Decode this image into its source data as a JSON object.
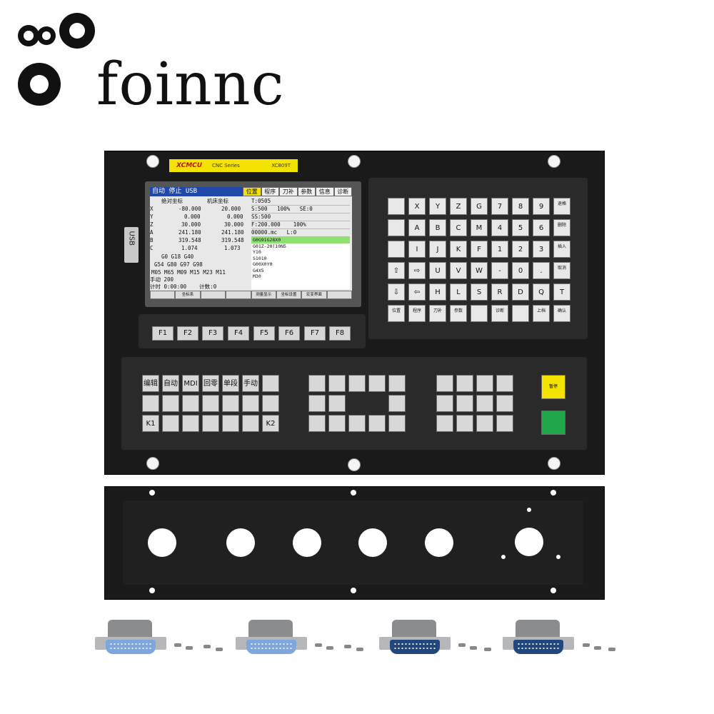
{
  "brand": {
    "name": "foinnc"
  },
  "badge": {
    "brand": "XCMCU",
    "series": "CNC Series",
    "model": "XC809T"
  },
  "usb_label": "USB",
  "screen": {
    "top_bar": "自动 停止 USB",
    "tabs": [
      "位置",
      "程序",
      "刀补",
      "参数",
      "信息",
      "诊断"
    ],
    "active_tab": "位置",
    "col_headers": [
      "绝对坐标",
      "机床坐标"
    ],
    "axes": [
      {
        "axis": "X",
        "abs": "-80.000",
        "mach": "20.000"
      },
      {
        "axis": "Y",
        "abs": "0.000",
        "mach": "0.000"
      },
      {
        "axis": "Z",
        "abs": "30.000",
        "mach": "30.000"
      },
      {
        "axis": "A",
        "abs": "241.180",
        "mach": "241.180"
      },
      {
        "axis": "B",
        "abs": "319.548",
        "mach": "319.548"
      },
      {
        "axis": "C",
        "abs": "1.074",
        "mach": "1.073"
      }
    ],
    "right_info": [
      "T:0505",
      "S:500   100%   SE:0",
      "SS:500",
      "F:200.000    100%",
      "00000.mc   L:0"
    ],
    "gcodes": [
      "G0 G18 G40",
      "G54 G80 G97 G98",
      "M05 M65 M09 M15 M23 M11"
    ],
    "hand": "手动 200",
    "timer": "计时 0:00:00    计数:0",
    "program": [
      "G0G91G28X0",
      "G01Z-20(10N5",
      "Y10",
      "S1010",
      "G00X0Y0",
      "G4X5",
      "M30"
    ],
    "softkeys": [
      "",
      "坐标系",
      "",
      "",
      "测量显示",
      "坐标设置",
      "宏变界面",
      ""
    ]
  },
  "fkeys": [
    "F1",
    "F2",
    "F3",
    "F4",
    "F5",
    "F6",
    "F7",
    "F8"
  ],
  "keyboard": {
    "rows": [
      [
        "",
        "X",
        "Y",
        "Z",
        "G",
        "7",
        "8",
        "9",
        "退格"
      ],
      [
        "",
        "A",
        "B",
        "C",
        "M",
        "4",
        "5",
        "6",
        "删除"
      ],
      [
        "",
        "I",
        "J",
        "K",
        "F",
        "1",
        "2",
        "3",
        "插入"
      ],
      [
        "⇧",
        "⇨",
        "U",
        "V",
        "W",
        "-",
        "0",
        ".",
        "取消"
      ],
      [
        "⇩",
        "⇦",
        "H",
        "L",
        "S",
        "R",
        "D",
        "Q",
        "T"
      ],
      [
        "位置",
        "程序",
        "刀补",
        "参数",
        "",
        "诊断",
        "",
        "上档",
        "确认"
      ]
    ]
  },
  "control": {
    "mode_keys": [
      "编辑",
      "自动",
      "MDI",
      "回零",
      "单段",
      "手动",
      "",
      "",
      "",
      "",
      "",
      "",
      "",
      "",
      "K1",
      "",
      "",
      "",
      "",
      "",
      "K2",
      "",
      ""
    ],
    "stop_label": "暂停",
    "start_label": ""
  },
  "colors": {
    "panel": "#1a1a1a",
    "screen_bar": "#1f48a8",
    "badge": "#f4e300",
    "start": "#1ea84a",
    "highlight": "#8fe070"
  },
  "icons": [
    "gear-icon",
    "arrow-up-icon",
    "arrow-down-icon",
    "arrow-left-icon",
    "arrow-right-icon"
  ]
}
